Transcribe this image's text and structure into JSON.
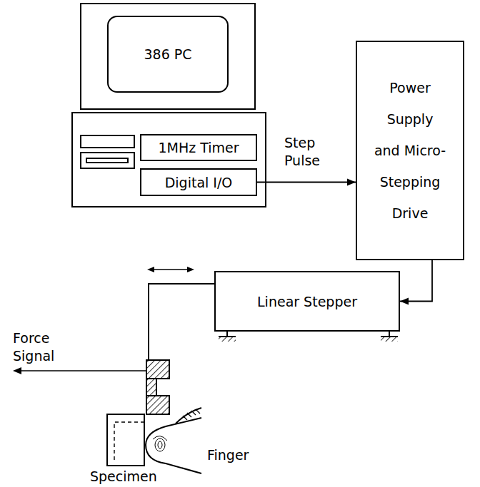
{
  "diagram": {
    "nodes": [
      {
        "text": [
          "386 PC"
        ]
      },
      {
        "text": [
          "1MHz Timer"
        ]
      },
      {
        "text": [
          "Digital I/O"
        ]
      },
      {
        "text": [
          "Power Supply and Micro- Stepping Drive"
        ]
      },
      {
        "text": [
          "Linear Stepper"
        ]
      }
    ],
    "edges": [
      {
        "from": 2,
        "to": 3,
        "label": "Step Pulse",
        "arrow": "to"
      },
      {
        "from": 3,
        "to": 4,
        "arrow": "to"
      }
    ],
    "labels": [
      "Force Signal",
      "Finger",
      "Specimen"
    ]
  }
}
